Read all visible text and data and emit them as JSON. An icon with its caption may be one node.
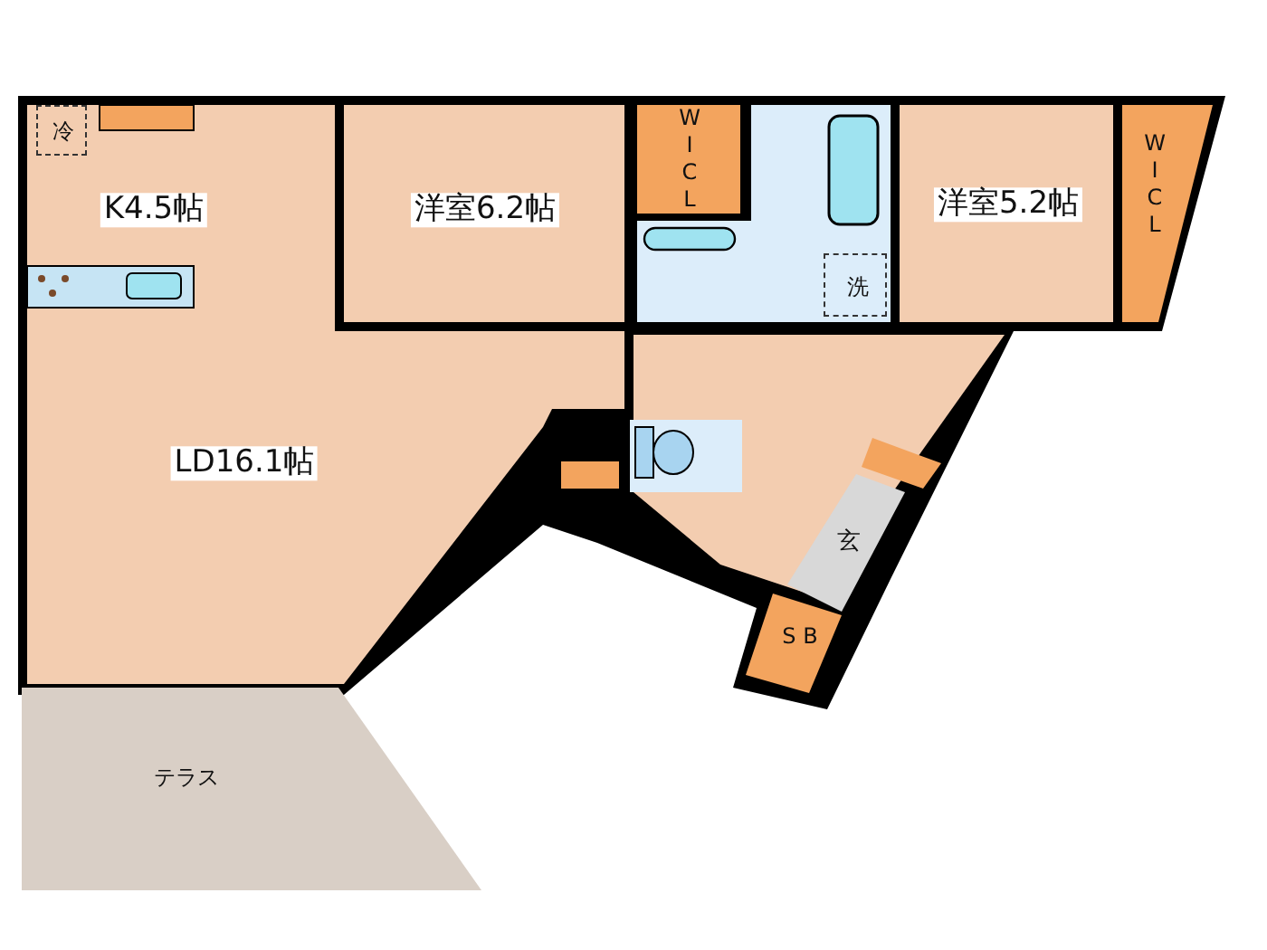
{
  "diagram": {
    "nodes": [
      {
        "text": [
          "K4.5帖",
          "LD16.1帖"
        ]
      },
      {
        "text": [
          "冷"
        ],
        "in": 0
      },
      {
        "text": [
          "洋室6.2帖"
        ]
      },
      {
        "text": [
          "W I C L"
        ]
      },
      {
        "text": [
          "洗"
        ]
      },
      {
        "text": [
          "洋室5.2帖"
        ]
      },
      {
        "text": [
          "W I C L"
        ]
      },
      {
        "text": [
          "玄"
        ]
      },
      {
        "text": [
          "S B"
        ]
      },
      {
        "text": [
          "テラス"
        ]
      }
    ],
    "edges": []
  }
}
